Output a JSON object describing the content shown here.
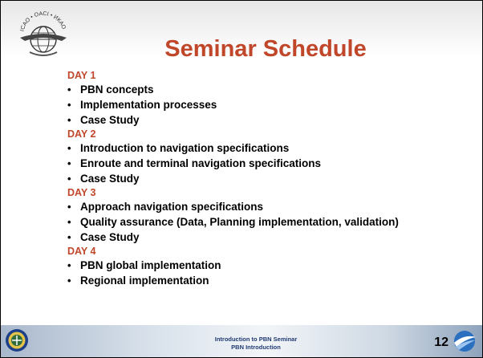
{
  "slide": {
    "title": "Seminar Schedule",
    "logo_text": "ICAO • OACI • ИКАО",
    "days": [
      {
        "label": "DAY 1",
        "items": [
          "PBN concepts",
          "Implementation processes",
          "Case Study"
        ]
      },
      {
        "label": "DAY 2",
        "items": [
          "Introduction to navigation specifications",
          "Enroute and terminal navigation specifications",
          "Case Study"
        ]
      },
      {
        "label": "DAY 3",
        "items": [
          "Approach navigation specifications",
          "Quality assurance (Data, Planning implementation, validation)",
          "Case Study"
        ]
      },
      {
        "label": "DAY 4",
        "items": [
          "PBN global implementation",
          "Regional implementation"
        ]
      }
    ]
  },
  "footer": {
    "line1": "Introduction to PBN Seminar",
    "line2": "PBN Introduction",
    "page_number": "12"
  },
  "colors": {
    "title": "#c0472a",
    "footer_text": "#1f3b73"
  }
}
